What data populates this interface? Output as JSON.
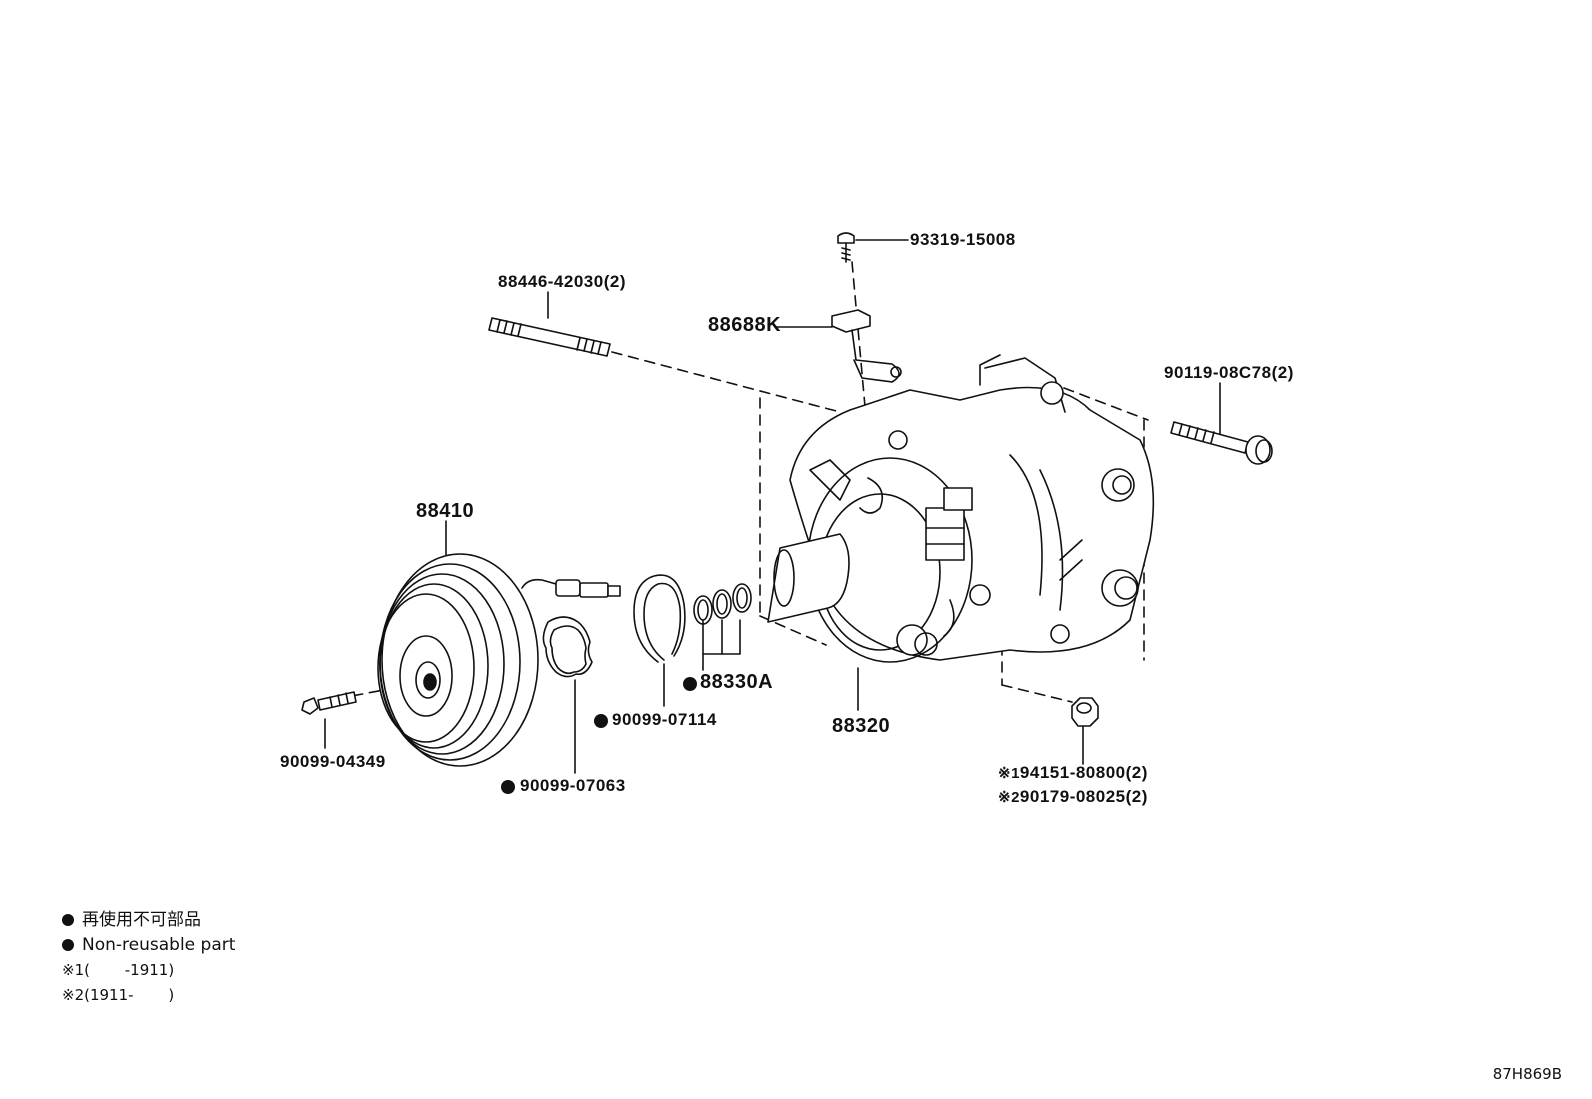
{
  "parts": {
    "screw_top": "93319-15008",
    "stud": "88446-42030(2)",
    "bracket": "88688K",
    "bolt_right": "90119-08C78(2)",
    "clutch": "88410",
    "compressor": "88320",
    "o_rings": "88330A",
    "snap_ring": "90099-07114",
    "shim": "90099-07063",
    "center_bolt": "90099-04349",
    "nut_1_prefix": "※1",
    "nut_1": "94151-80800(2)",
    "nut_2_prefix": "※2",
    "nut_2": "90179-08025(2)"
  },
  "legend": {
    "jp": "再使用不可部品",
    "en": "Non-reusable part",
    "ref1": "※1(　　 -1911)",
    "ref2": "※2(1911-　　 )"
  },
  "diagram_code": "87H869B"
}
